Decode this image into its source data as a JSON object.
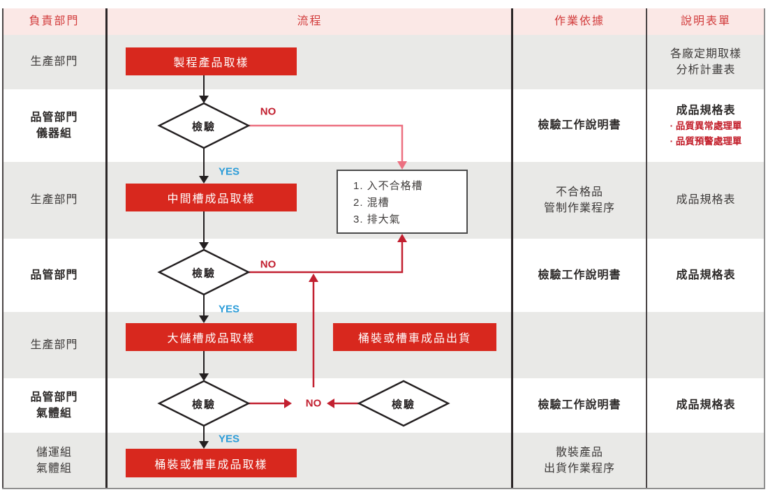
{
  "colors": {
    "header_bg": "#fbe8e6",
    "header_text": "#d23c3c",
    "row_alt_bg": "#e9e9e7",
    "process_box_red": "#d8281e",
    "no_line_pink": "#ec7080",
    "no_line_crimson": "#c22030",
    "yes_blue": "#2b9cd8",
    "line_ink": "#231f20"
  },
  "header": {
    "col_dept": "負責部門",
    "col_process": "流程",
    "col_basis": "作業依據",
    "col_form": "說明表單"
  },
  "rows": {
    "r1": {
      "dept": [
        "生產部門"
      ],
      "form": [
        "各廠定期取樣",
        "分析計畫表"
      ]
    },
    "r2": {
      "dept": [
        "品管部門",
        "儀器組"
      ],
      "basis": [
        "檢驗工作說明書"
      ],
      "form_main": "成品規格表",
      "form_bullets": [
        "· 品質異常處理單",
        "· 品質預警處理單"
      ]
    },
    "r3": {
      "dept": [
        "生產部門"
      ],
      "basis": [
        "不合格品",
        "管制作業程序"
      ],
      "form": [
        "成品規格表"
      ]
    },
    "r4": {
      "dept": [
        "品管部門"
      ],
      "basis": [
        "檢驗工作說明書"
      ],
      "form": [
        "成品規格表"
      ]
    },
    "r5": {
      "dept": [
        "生產部門"
      ]
    },
    "r6": {
      "dept": [
        "品管部門",
        "氣體組"
      ],
      "basis": [
        "檢驗工作說明書"
      ],
      "form": [
        "成品規格表"
      ]
    },
    "r7": {
      "dept": [
        "儲運組",
        "氣體組"
      ],
      "basis": [
        "散裝產品",
        "出貨作業程序"
      ]
    }
  },
  "flow": {
    "box_process_sampling": "製程產品取樣",
    "box_mid_tank_sampling": "中間槽成品取樣",
    "box_big_tank_sampling": "大儲槽成品取樣",
    "box_shipment": "桶裝或槽車成品出貨",
    "box_barrel_sampling": "桶裝或槽車成品取樣",
    "decision_label": "檢驗",
    "yes_label": "YES",
    "no_label": "NO",
    "info_box_lines": [
      "1. 入不合格槽",
      "2. 混槽",
      "3. 排大氣"
    ]
  }
}
